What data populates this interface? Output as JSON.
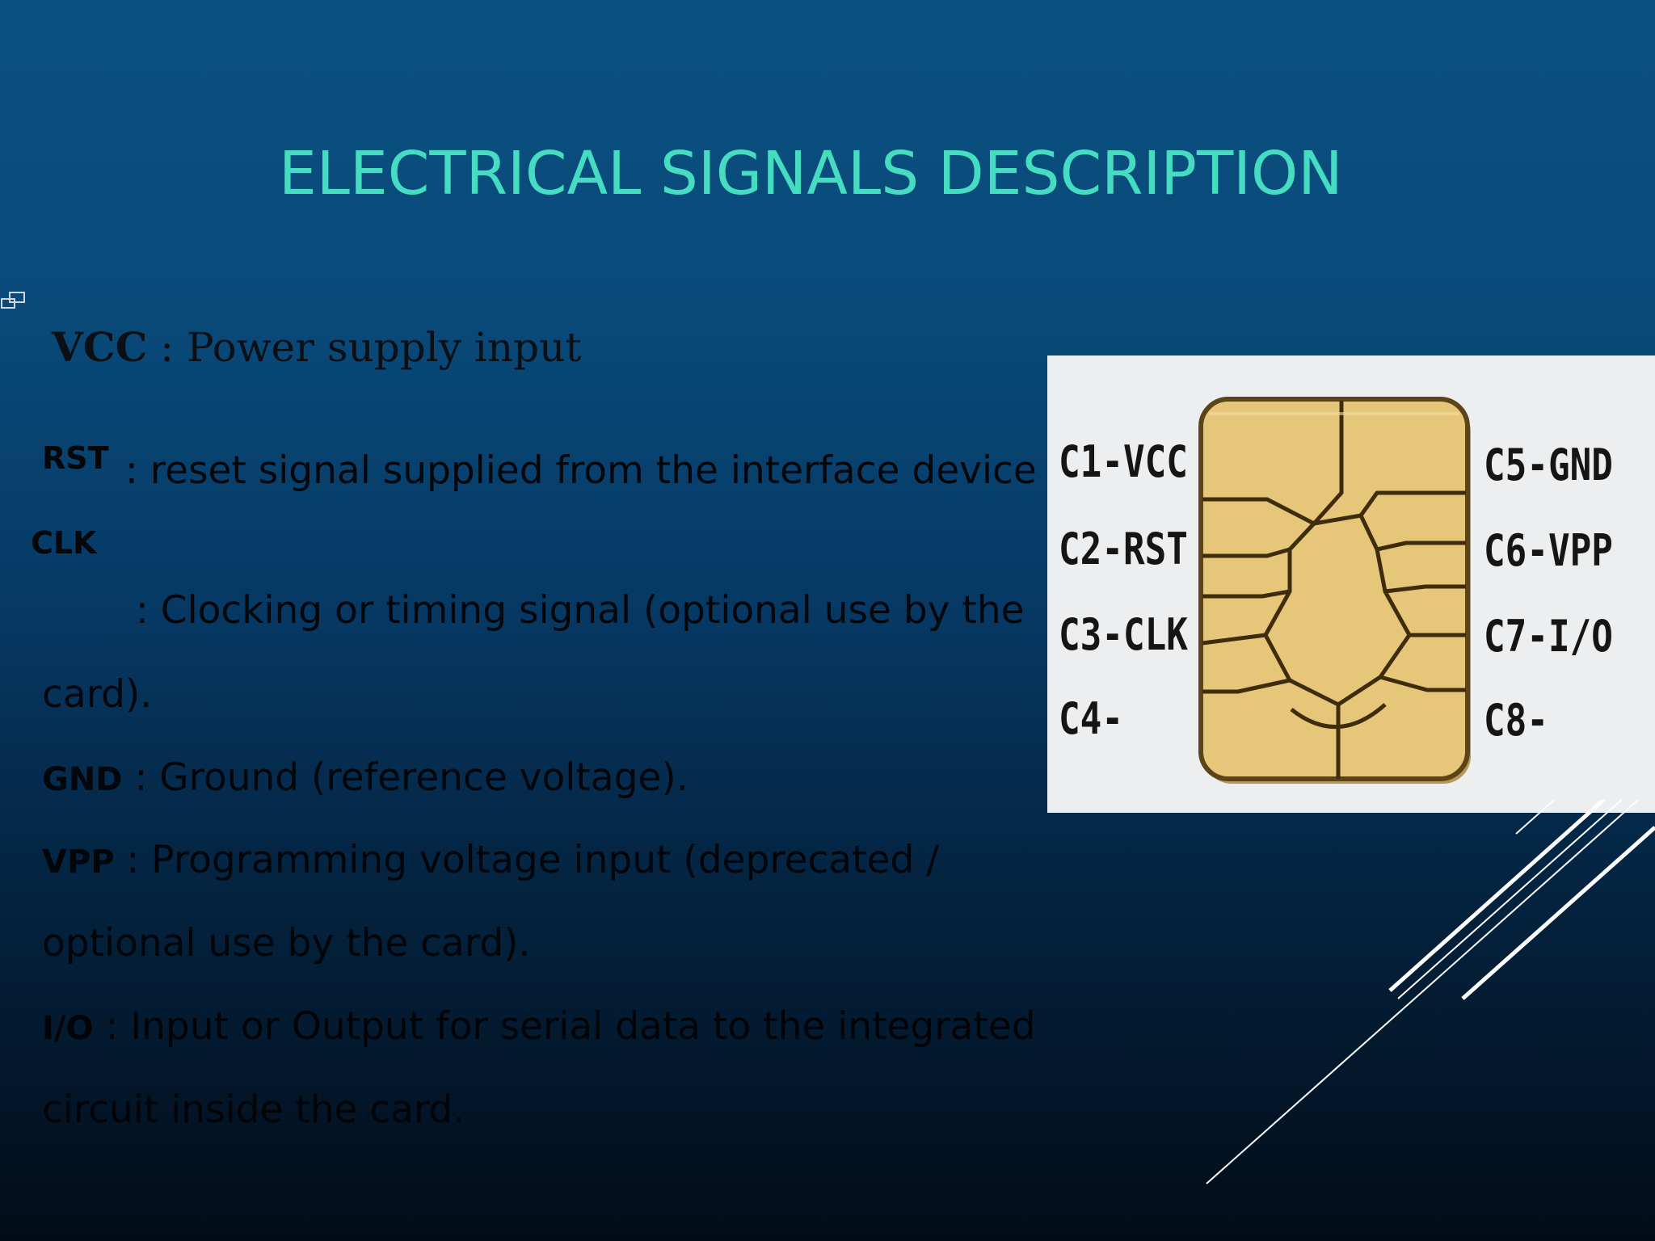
{
  "slide": {
    "title": "ELECTRICAL SIGNALS DESCRIPTION"
  },
  "signals": {
    "vcc": {
      "label": "VCC",
      "description": " : Power supply input"
    },
    "rst": {
      "label": "RST",
      "description": ": reset signal supplied from the interface device"
    },
    "clk": {
      "label": "CLK",
      "description": ": Clocking or timing signal (optional use by the",
      "description_cont": "card)."
    },
    "gnd": {
      "label": "GND",
      "description": " : Ground (reference voltage)."
    },
    "vpp": {
      "label": "VPP",
      "description": " : Programming voltage input (deprecated /",
      "description_cont": "optional use by the card)."
    },
    "io": {
      "label": "I/O",
      "description": " : Input or Output for serial data to the integrated",
      "description_cont": "circuit inside the card."
    }
  },
  "chip_image": {
    "left_pins": [
      "C1-VCC",
      "C2-RST",
      "C3-CLK",
      "C4-"
    ],
    "right_pins": [
      "C5-GND",
      "C6-VPP",
      "C7-I/O",
      "C8-"
    ]
  },
  "colors": {
    "title": "#46dcc2",
    "background_top": "#0a5182",
    "background_bottom": "#020c18",
    "chip_gold": "#e6c77a",
    "chip_outline": "#5a4418"
  }
}
